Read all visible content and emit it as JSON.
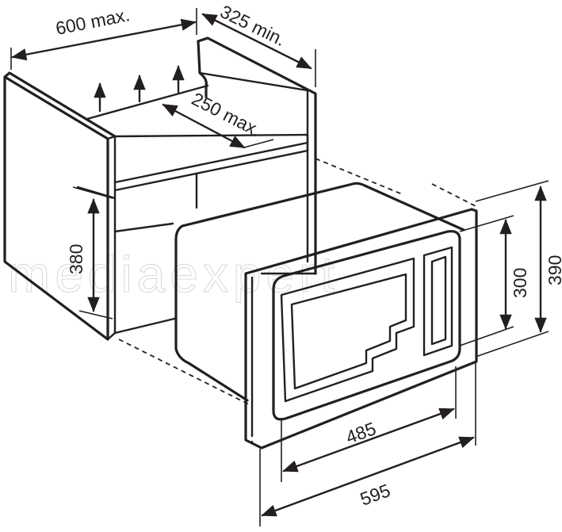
{
  "dimensions": {
    "cabinet_width": "600 max.",
    "cabinet_depth": "325 min.",
    "top_opening": "250 max.",
    "niche_height": "380",
    "appliance_height": "390",
    "door_height": "300",
    "door_width": "485",
    "appliance_width": "595"
  },
  "watermark": "mediaexpert",
  "colors": {
    "line": "#231f20",
    "watermark": "#d8d8d8"
  },
  "icons": {
    "vent_arrows": "arrow-up-icon"
  }
}
